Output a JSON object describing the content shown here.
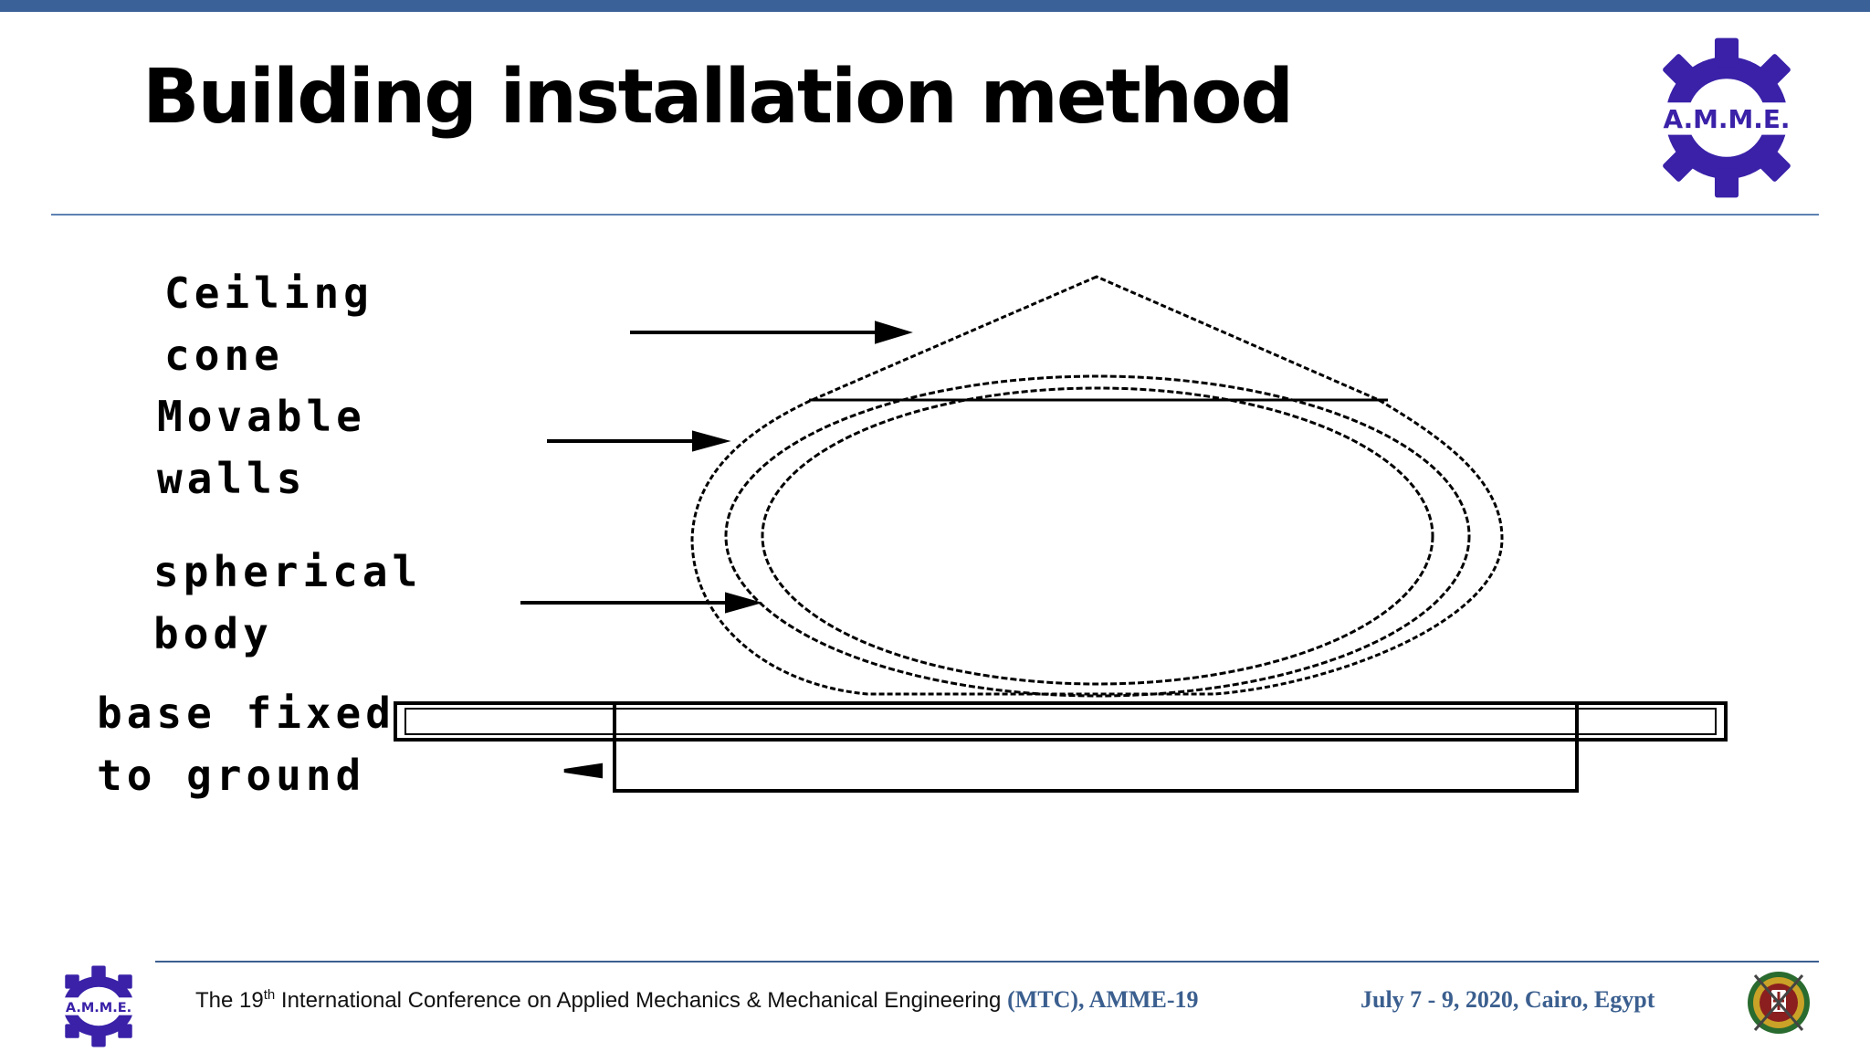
{
  "slide": {
    "title": "Building installation method"
  },
  "logo": {
    "text": "A.M.M.E.",
    "color": "#3a21a8"
  },
  "diagram": {
    "labels": {
      "ceiling_cone": "Ceiling\ncone",
      "movable_walls": "Movable\nwalls",
      "spherical_body": "spherical\nbody",
      "base": "base fixed\nto ground"
    }
  },
  "footer": {
    "conference_prefix": "The 19",
    "conference_sup": "th",
    "conference_name": " International Conference on Applied Mechanics & Mechanical Engineering ",
    "conference_accent": "(MTC),  AMME-19",
    "date_location": "July 7 - 9, 2020, Cairo, Egypt",
    "accent_color": "#3b5f8f"
  }
}
